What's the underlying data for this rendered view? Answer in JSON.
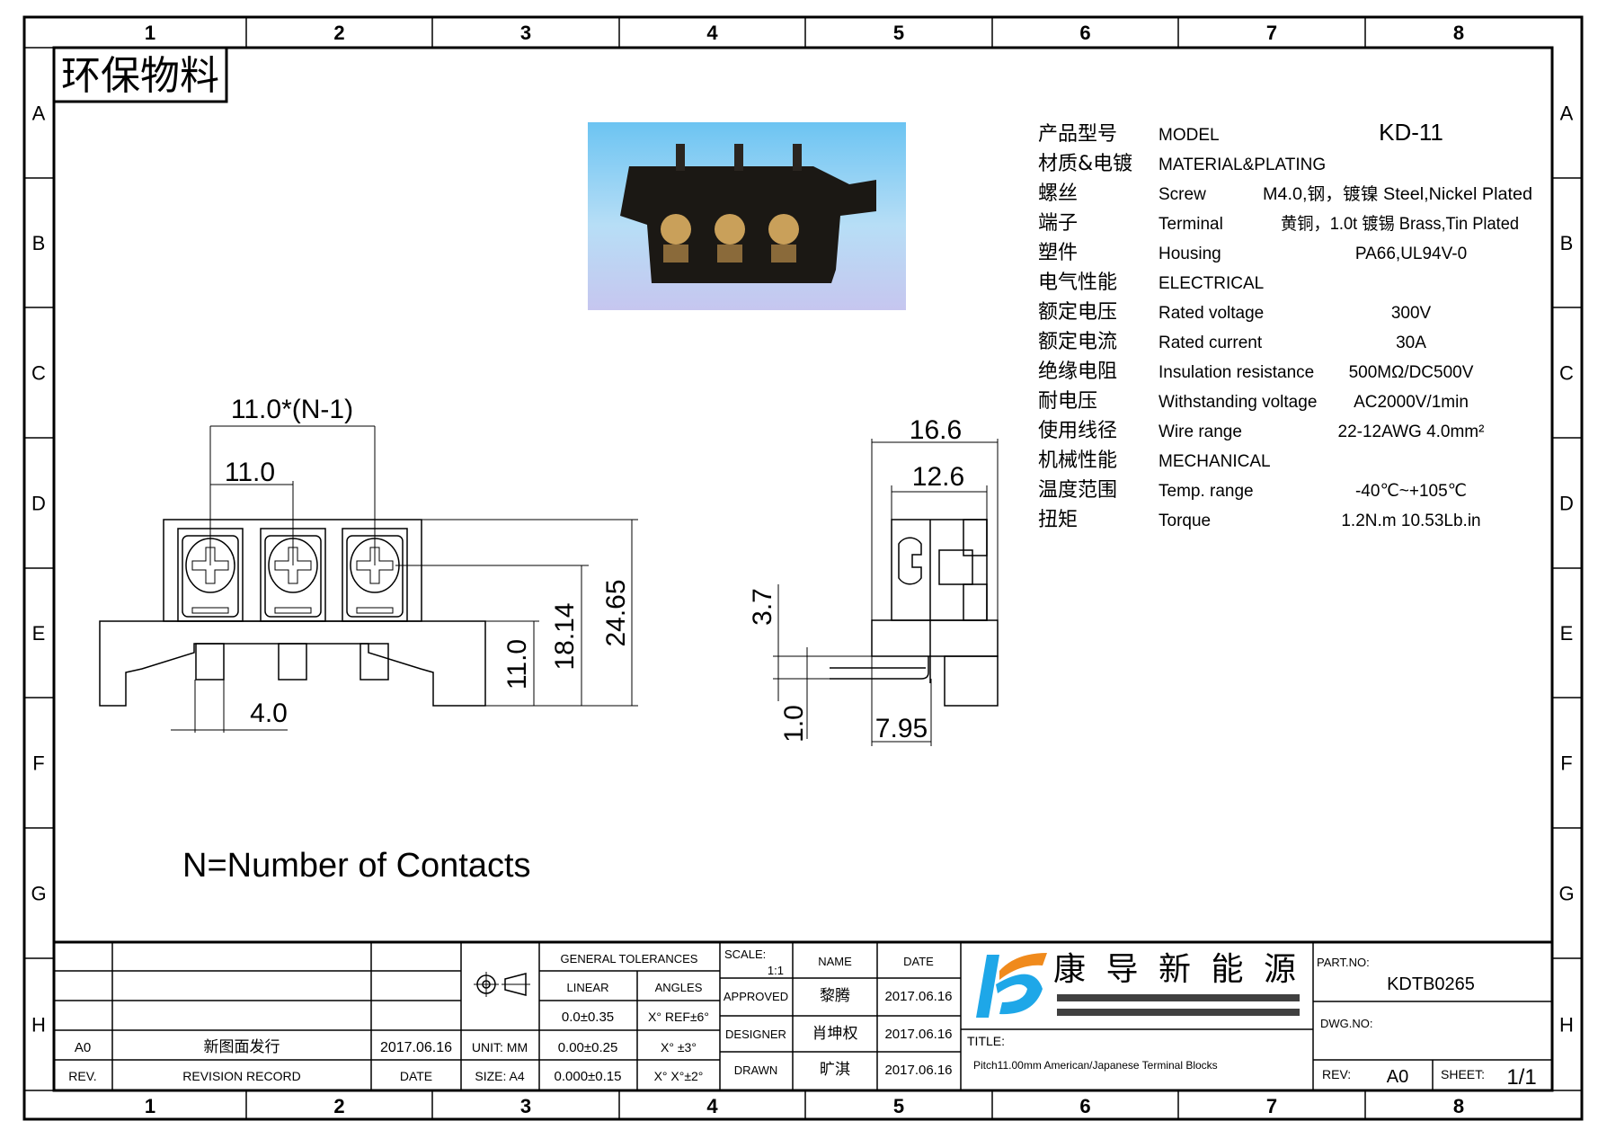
{
  "frame": {
    "columns": [
      "1",
      "2",
      "3",
      "4",
      "5",
      "6",
      "7",
      "8"
    ],
    "rows": [
      "A",
      "B",
      "C",
      "D",
      "E",
      "F",
      "G",
      "H"
    ]
  },
  "stamp": "环保物料",
  "specs": [
    {
      "cn": "产品型号",
      "en": "MODEL",
      "value": "KD-11"
    },
    {
      "cn": "材质&电镀",
      "en": "MATERIAL&PLATING",
      "value": ""
    },
    {
      "cn": "螺丝",
      "en": "Screw",
      "value": "M4.0,钢，镀镍 Steel,Nickel Plated"
    },
    {
      "cn": "端子",
      "en": "Terminal",
      "value": "黄铜，1.0t 镀锡 Brass,Tin Plated"
    },
    {
      "cn": "塑件",
      "en": "Housing",
      "value": "PA66,UL94V-0"
    },
    {
      "cn": "电气性能",
      "en": "ELECTRICAL",
      "value": ""
    },
    {
      "cn": "额定电压",
      "en": "Rated voltage",
      "value": "300V"
    },
    {
      "cn": "额定电流",
      "en": "Rated current",
      "value": "30A"
    },
    {
      "cn": "绝缘电阻",
      "en": "Insulation resistance",
      "value": "500MΩ/DC500V"
    },
    {
      "cn": "耐电压",
      "en": "Withstanding voltage",
      "value": "AC2000V/1min"
    },
    {
      "cn": "使用线径",
      "en": "Wire range",
      "value": "22-12AWG 4.0mm²"
    },
    {
      "cn": "机械性能",
      "en": "MECHANICAL",
      "value": ""
    },
    {
      "cn": "温度范围",
      "en": "Temp. range",
      "value": "-40℃~+105℃"
    },
    {
      "cn": "扭矩",
      "en": "Torque",
      "value": "1.2N.m  10.53Lb.in"
    }
  ],
  "front_view": {
    "dim_total": "11.0*(N-1)",
    "dim_pitch": "11.0",
    "dim_height_total": "24.65",
    "dim_height_screw": "18.14",
    "dim_height_base": "11.0",
    "dim_pin": "4.0"
  },
  "side_view": {
    "dim_depth": "16.6",
    "dim_top": "12.6",
    "dim_pin_height": "3.7",
    "dim_pin_thickness": "1.0",
    "dim_pin_offset": "7.95"
  },
  "note": "N=Number of Contacts",
  "title_block": {
    "revisions": [
      {
        "rev": "A0",
        "record": "新图面发行",
        "date": "2017.06.16"
      }
    ],
    "rev_header": "REV.",
    "record_header": "REVISION RECORD",
    "date_header": "DATE",
    "unit": "UNIT: MM",
    "size": "SIZE: A4",
    "general_tolerances": "GENERAL TOLERANCES",
    "linear": "LINEAR",
    "angles": "ANGLES",
    "linear_values": [
      "0.0±0.35",
      "0.00±0.25",
      "0.000±0.15"
    ],
    "angle_values": [
      "X° REF±6°",
      "X° ±3°",
      "X° X°±2°"
    ],
    "scale_label": "SCALE:",
    "scale": "1:1",
    "name_header": "NAME",
    "date_col_header": "DATE",
    "approvals": [
      {
        "role": "APPROVED",
        "name": "黎腾",
        "date": "2017.06.16"
      },
      {
        "role": "DESIGNER",
        "name": "肖坤权",
        "date": "2017.06.16"
      },
      {
        "role": "DRAWN",
        "name": "旷淇",
        "date": "2017.06.16"
      }
    ],
    "company": "康 导 新 能 源",
    "title_label": "TITLE:",
    "title": "Pitch11.00mm American/Japanese Terminal Blocks",
    "part_no_label": "PART.NO:",
    "part_no": "KDTB0265",
    "dwg_no_label": "DWG.NO:",
    "rev_label": "REV:",
    "rev": "A0",
    "sheet_label": "SHEET:",
    "sheet": "1/1"
  },
  "colors": {
    "logo_blue": "#1ea7e8",
    "logo_orange": "#f08a1c",
    "photo_sky": "#7cc8f0"
  }
}
